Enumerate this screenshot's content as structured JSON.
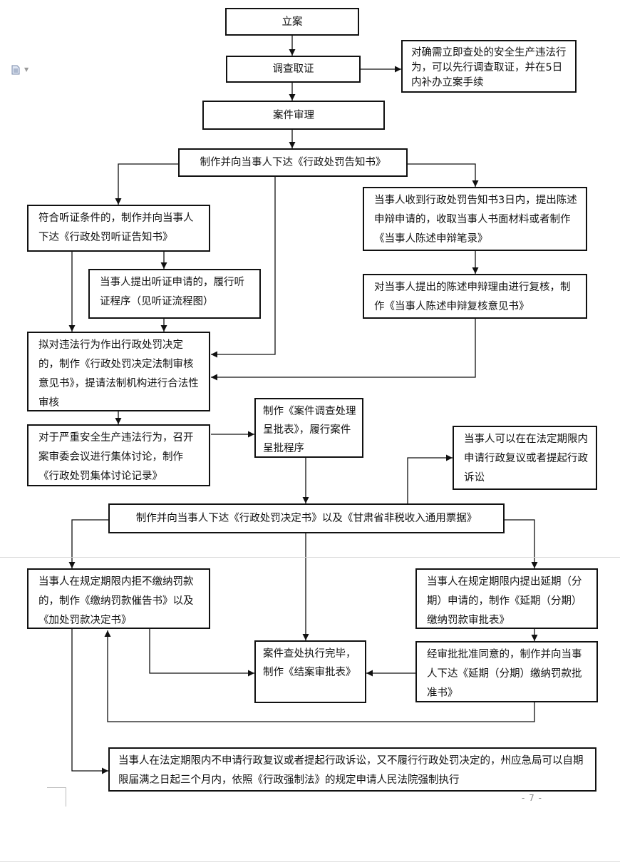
{
  "steps": {
    "register": "立案",
    "investigate": "调查取证",
    "immediate_note": "对确需立即查处的安全生产违法行为，可以先行调查取证，并在5日内补办立案手续",
    "case_review": "案件审理",
    "notice": "制作并向当事人下达《行政处罚告知书》",
    "hearing_notice": "符合听证条件的，制作并向当事人下达《行政处罚听证告知书》",
    "hearing_apply": "当事人提出听证申请的，履行听证程序（见听证流程图）",
    "statement_apply": "当事人收到行政处罚告知书3日内，提出陈述申辩申请的，收取当事人书面材料或者制作《当事人陈述申辩笔录》",
    "statement_review": "对当事人提出的陈述申辩理由进行复核，制作《当事人陈述申辩复核意见书》",
    "legal_review": "拟对违法行为作出行政处罚决定的，制作《行政处罚决定法制审核意见书》，提请法制机构进行合法性审核",
    "collective": "对于严重安全生产违法行为，召开案审委会议进行集体讨论，制作《行政处罚集体讨论记录》",
    "approval": "制作《案件调查处理呈批表》，履行案件呈批程序",
    "reconsider": "当事人可以在在法定期限内申请行政复议或者提起行政诉讼",
    "decision": "制作并向当事人下达《行政处罚决定书》以及《甘肃省非税收入通用票据》",
    "refuse_pay": "当事人在规定期限内拒不缴纳罚款的，制作《缴纳罚款催告书》以及《加处罚款决定书》",
    "defer_apply": "当事人在规定期限内提出延期（分期）申请的，制作《延期（分期）缴纳罚款审批表》",
    "close_case": "案件查处执行完毕，制作《结案审批表》",
    "defer_approved": "经审批批准同意的，制作并向当事人下达《延期（分期）缴纳罚款批准书》",
    "enforce": "当事人在法定期限内不申请行政复议或者提起行政诉讼，又不履行行政处罚决定的，州应急局可以自期限届满之日起三个月内，依照《行政强制法》的规定申请人民法院强制执行"
  },
  "footer": {
    "page_number": "- 7 -"
  },
  "colors": {
    "border": "#111111",
    "background": "#ffffff"
  }
}
